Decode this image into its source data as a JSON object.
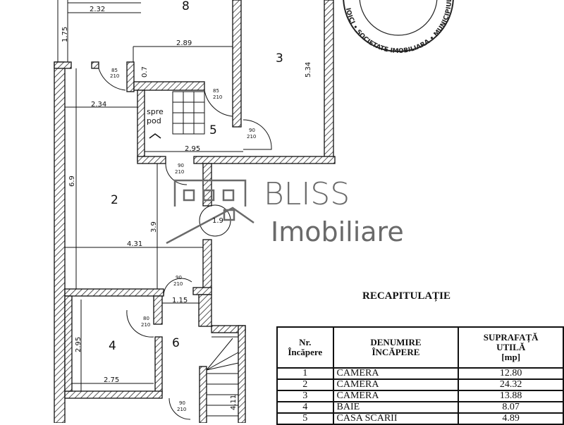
{
  "plan": {
    "rooms": [
      "8",
      "3",
      "5",
      "2",
      "4",
      "6"
    ],
    "dims": {
      "d232": "2.32",
      "d175": "1.75",
      "d289": "2.89",
      "d07": "0.7",
      "d234": "2.34",
      "d534": "5.34",
      "d295a": "2.95",
      "d69": "6.9",
      "d39": "3.9",
      "d431": "4.31",
      "d115": "1.15",
      "d295b": "2.95",
      "d275": "2.75",
      "d411": "4.11",
      "d19": "1.9"
    },
    "doors": {
      "w85": "85",
      "h210": "210",
      "w90": "90",
      "w80": "80"
    },
    "spre_pod": [
      "spre",
      "pod"
    ]
  },
  "logo": {
    "brand": "BLISS",
    "sub": "Imobiliare"
  },
  "stamp_text": "IOICI • SOCIETATE IMOBILIARA • MUNICIPIUL BUCURESTI",
  "table": {
    "title": "RECAPITULAȚIE",
    "headers": [
      [
        "Nr.",
        "Încăpere"
      ],
      [
        "DENUMIRE",
        "ÎNCĂPERE"
      ],
      [
        "SUPRAFAȚĂ",
        "UTILĂ",
        "[mp]"
      ]
    ],
    "rows": [
      {
        "nr": "1",
        "name": "CAMERA",
        "area": "12.80"
      },
      {
        "nr": "2",
        "name": "CAMERA",
        "area": "24.32"
      },
      {
        "nr": "3",
        "name": "CAMERA",
        "area": "13.88"
      },
      {
        "nr": "4",
        "name": "BAIE",
        "area": "8.07"
      },
      {
        "nr": "5",
        "name": "CASA SCARII",
        "area": "4.89"
      }
    ]
  }
}
